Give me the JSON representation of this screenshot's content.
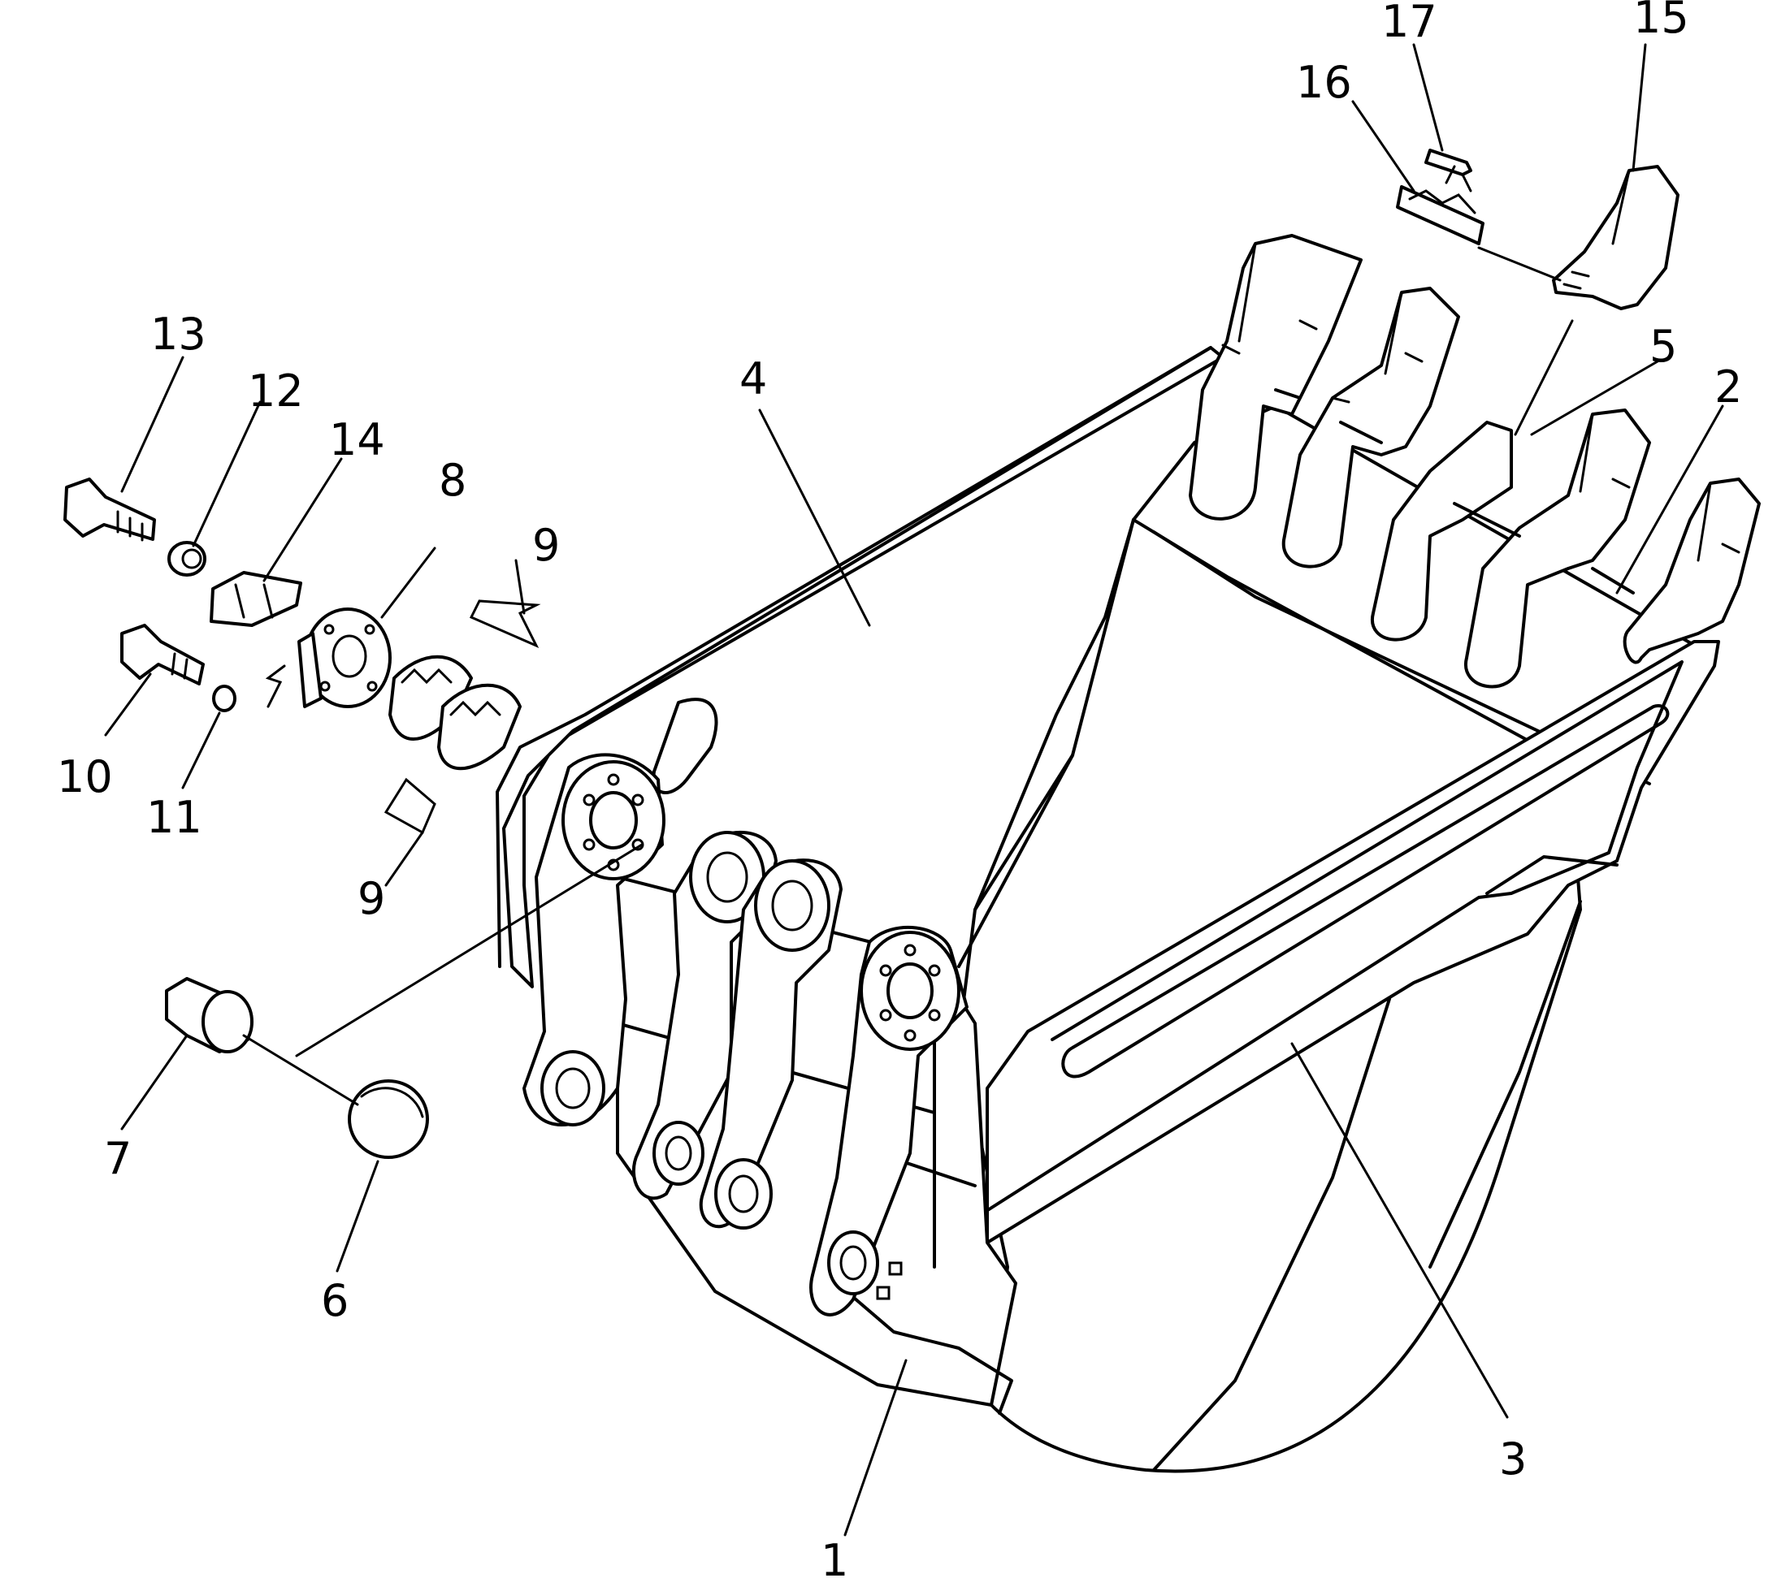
{
  "labels": [
    {
      "id": "1",
      "text": "1"
    },
    {
      "id": "2",
      "text": "2"
    },
    {
      "id": "3",
      "text": "3"
    },
    {
      "id": "4",
      "text": "4"
    },
    {
      "id": "5",
      "text": "5"
    },
    {
      "id": "6",
      "text": "6"
    },
    {
      "id": "7",
      "text": "7"
    },
    {
      "id": "8",
      "text": "8"
    },
    {
      "id": "9a",
      "text": "9"
    },
    {
      "id": "9b",
      "text": "9"
    },
    {
      "id": "10",
      "text": "10"
    },
    {
      "id": "11",
      "text": "11"
    },
    {
      "id": "12",
      "text": "12"
    },
    {
      "id": "13",
      "text": "13"
    },
    {
      "id": "14",
      "text": "14"
    },
    {
      "id": "15",
      "text": "15"
    },
    {
      "id": "16",
      "text": "16"
    },
    {
      "id": "17",
      "text": "17"
    }
  ],
  "colors": {
    "ink": "#000000",
    "paper": "#ffffff"
  }
}
